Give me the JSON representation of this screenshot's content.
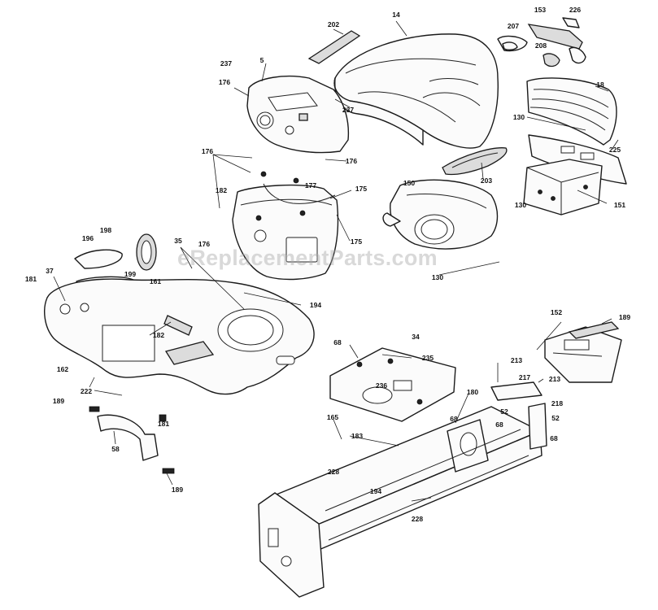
{
  "watermark": "eReplacementParts.com",
  "callouts": {
    "c14": "14",
    "c153": "153",
    "c226": "226",
    "c202": "202",
    "c207": "207",
    "c208": "208",
    "c237a": "237",
    "c5": "5",
    "c176a": "176",
    "c237b": "237",
    "c18": "18",
    "c130a": "130",
    "c225": "225",
    "c176b": "176",
    "c176c": "176",
    "c177": "177",
    "c175a": "175",
    "c182": "182",
    "c150": "150",
    "c203": "203",
    "c130b": "130",
    "c151": "151",
    "c198": "198",
    "c196": "196",
    "c35": "35",
    "c176d": "176",
    "c175b": "175",
    "c37": "37",
    "c199": "199",
    "c181a": "181",
    "c161": "161",
    "c130c": "130",
    "c194a": "194",
    "c182b": "182",
    "c162": "162",
    "c152": "152",
    "c189a": "189",
    "c68a": "68",
    "c34": "34",
    "c235a": "235",
    "c236": "236",
    "c222": "222",
    "c189b": "189",
    "c181b": "181",
    "c58": "58",
    "c213a": "213",
    "c217": "217",
    "c213b": "213",
    "c180": "180",
    "c218": "218",
    "c52a": "52",
    "c52b": "52",
    "c68b": "68",
    "c68c": "68",
    "c165": "165",
    "c68d": "68",
    "c183": "183",
    "c228a": "228",
    "c194b": "194",
    "c228b": "228",
    "c189c": "189"
  }
}
